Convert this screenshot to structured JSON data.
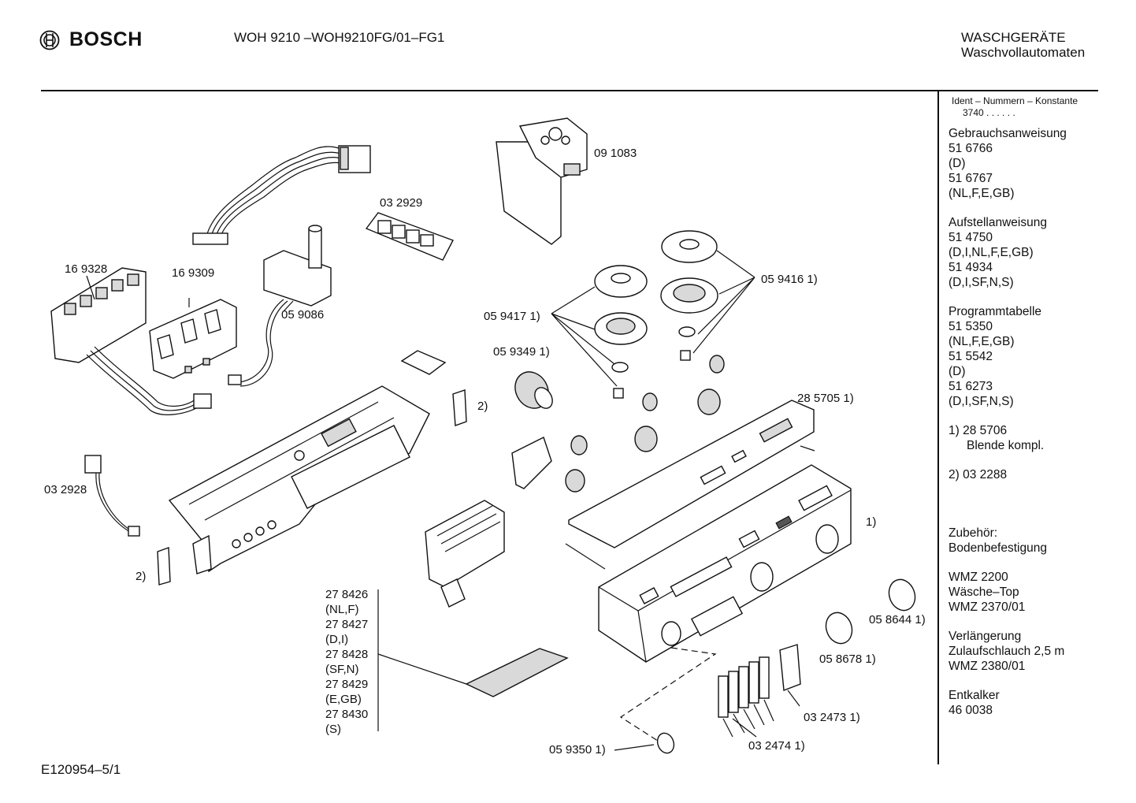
{
  "header": {
    "brand": "BOSCH",
    "model": "WOH 9210 –WOH9210FG/01–FG1",
    "category_line1": "WASCHGERÄTE",
    "category_line2": "Waschvollautomaten"
  },
  "ident": {
    "title": "Ident – Nummern – Konstante",
    "value": "3740  .  .  .  .  .  ."
  },
  "sidebar": {
    "gebrauch_title": "Gebrauchsanweisung",
    "gebrauch_1": "51 6766",
    "gebrauch_1_lang": "(D)",
    "gebrauch_2": "51 6767",
    "gebrauch_2_lang": "(NL,F,E,GB)",
    "aufstell_title": "Aufstellanweisung",
    "aufstell_1": "51 4750",
    "aufstell_1_lang": "(D,I,NL,F,E,GB)",
    "aufstell_2": "51 4934",
    "aufstell_2_lang": "(D,I,SF,N,S)",
    "programm_title": "Programmtabelle",
    "programm_1": "51 5350",
    "programm_1_lang": "(NL,F,E,GB)",
    "programm_2": "51 5542",
    "programm_2_lang": "(D)",
    "programm_3": "51 6273",
    "programm_3_lang": "(D,I,SF,N,S)",
    "note1": "1)  28 5706",
    "note1_text": "Blende kompl.",
    "note2": "2)  03 2288",
    "zubehoer_title": "Zubehör:",
    "zubehoer_1": "Bodenbefestigung",
    "wmz1": "WMZ 2200",
    "wmz1_text": "Wäsche–Top",
    "wmz2": "WMZ 2370/01",
    "verl_title": "Verlängerung",
    "verl_text": "Zulaufschlauch 2,5 m",
    "wmz3": "WMZ 2380/01",
    "entk_title": "Entkalker",
    "entk_no": "46 0038"
  },
  "parts": {
    "p091083": "09 1083",
    "p032929": "03 2929",
    "p169328": "16 9328",
    "p169309": "16 9309",
    "p059086": "05 9086",
    "p059416": "05 9416 1)",
    "p059417": "05 9417 1)",
    "p059349": "05 9349 1)",
    "p285705": "28 5705 1)",
    "p2a": "2)",
    "p032928": "03 2928",
    "p2b": "2)",
    "p1": "1)",
    "p058644": "05 8644 1)",
    "p058678": "05 8678 1)",
    "p032473": "03 2473 1)",
    "p032474": "03 2474 1)",
    "p059350": "05 9350 1)"
  },
  "doc_numbers": [
    "27 8426",
    "(NL,F)",
    "27 8427",
    "(D,I)",
    "27 8428",
    "(SF,N)",
    "27 8429",
    "(E,GB)",
    "27 8430",
    "(S)"
  ],
  "footer": "E120954–5/1"
}
